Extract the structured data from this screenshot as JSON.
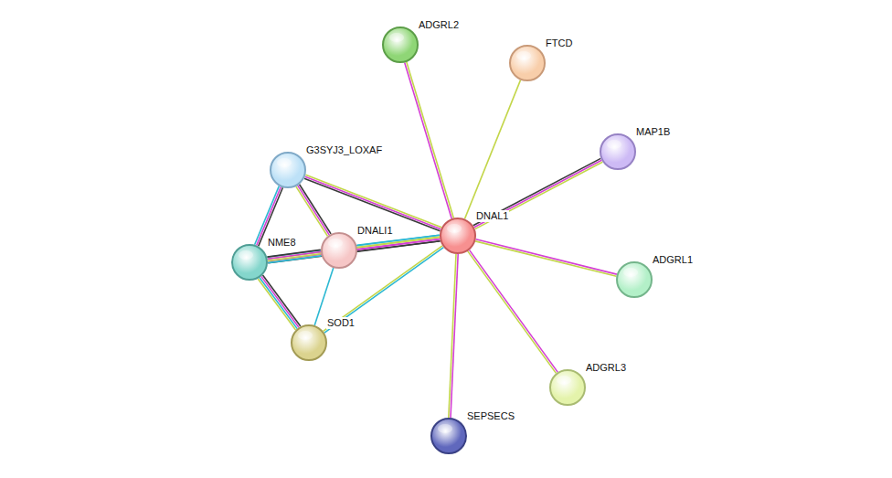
{
  "diagram": {
    "nodes": [
      {
        "text": [
          "ADGRL2"
        ]
      },
      {
        "text": [
          "FTCD"
        ]
      },
      {
        "text": [
          "G3SYJ3_LOXAF"
        ]
      },
      {
        "text": [
          "MAP1B"
        ]
      },
      {
        "text": [
          "DNAL1"
        ]
      },
      {
        "text": [
          "NME8"
        ]
      },
      {
        "text": [
          "DNALI1"
        ]
      },
      {
        "text": [
          "ADGRL1"
        ]
      },
      {
        "text": [
          "SOD1"
        ]
      },
      {
        "text": [
          "ADGRL3"
        ]
      },
      {
        "text": [
          "SEPSECS"
        ]
      }
    ],
    "edges": [
      {
        "from": 4,
        "to": 0,
        "arrow": "none"
      },
      {
        "from": 4,
        "to": 1,
        "arrow": "none"
      },
      {
        "from": 4,
        "to": 3,
        "arrow": "none"
      },
      {
        "from": 4,
        "to": 7,
        "arrow": "none"
      },
      {
        "from": 4,
        "to": 9,
        "arrow": "none"
      },
      {
        "from": 4,
        "to": 10,
        "arrow": "none"
      },
      {
        "from": 4,
        "to": 8,
        "arrow": "none"
      },
      {
        "from": 4,
        "to": 2,
        "arrow": "none"
      },
      {
        "from": 4,
        "to": 6,
        "arrow": "none"
      },
      {
        "from": 4,
        "to": 5,
        "arrow": "none"
      },
      {
        "from": 2,
        "to": 6,
        "arrow": "none"
      },
      {
        "from": 2,
        "to": 5,
        "arrow": "none"
      },
      {
        "from": 5,
        "to": 6,
        "arrow": "none"
      },
      {
        "from": 5,
        "to": 8,
        "arrow": "none"
      },
      {
        "from": 6,
        "to": 8,
        "arrow": "none"
      }
    ]
  }
}
